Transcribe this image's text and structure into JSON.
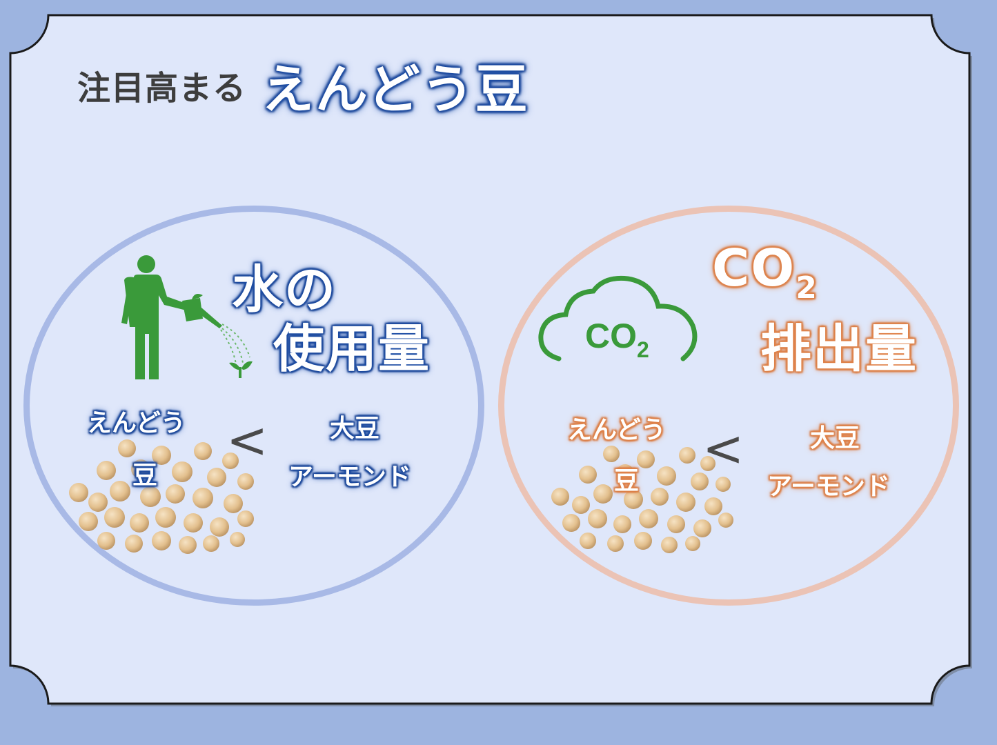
{
  "title": {
    "prefix": "注目高まる",
    "main": "えんどう豆"
  },
  "water": {
    "heading_line1": "水の",
    "heading_line2": "使用量",
    "left_line1": "えんどう",
    "left_line2": "豆",
    "comparator": "<",
    "right_line1": "大豆",
    "right_line2": "アーモンド",
    "icon": "person-watering-plant-icon"
  },
  "co2": {
    "heading_main": "CO",
    "heading_sub": "2",
    "heading_line2": "排出量",
    "cloud_main": "CO",
    "cloud_sub": "2",
    "left_line1": "えんどう",
    "left_line2": "豆",
    "comparator": "<",
    "right_line1": "大豆",
    "right_line2": "アーモンド",
    "icon": "co2-cloud-icon"
  },
  "colors": {
    "blue_accent": "#1e4ea5",
    "orange_accent": "#e0844c",
    "green_icon": "#3a9a3a",
    "pea": "#e7c79a"
  }
}
